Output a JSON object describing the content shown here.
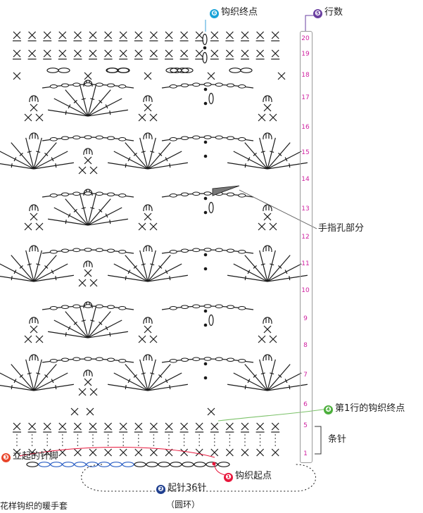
{
  "colors": {
    "stitch": "#1a1a1a",
    "row_number": "#d020a0",
    "row_bar_border": "#9a9a9a",
    "highlight_chain": "#2b5fc4",
    "start_badge": "#e8173c",
    "start_chain_badge": "#1f3f8f",
    "turning_badge": "#e8452a",
    "row1_end_badge": "#4caf3c",
    "rows_badge": "#6a3fa0",
    "end_badge": "#1aa3d8",
    "leader_red": "#e8173c",
    "leader_green": "#7cc26a",
    "leader_blue": "#3aa0d8"
  },
  "annotations": {
    "end_point": {
      "num": "❻",
      "text": "钩织终点"
    },
    "rows": {
      "num": "❺",
      "text": "行数"
    },
    "finger_hole": {
      "text": "手指孔部分"
    },
    "row1_end": {
      "num": "❹",
      "text": "第1行的钩织终点"
    },
    "stripe": {
      "text": "条针"
    },
    "turning": {
      "num": "❸",
      "text": "立起的针脚"
    },
    "start": {
      "num": "❶",
      "text": "钩织起点"
    },
    "chain": {
      "num": "❷",
      "text": "起针36针"
    },
    "ring": {
      "text": "（圆环）"
    },
    "caption": {
      "text": "花样钩织的暖手套"
    }
  },
  "row_numbers": [
    "20",
    "19",
    "18",
    "17",
    "16",
    "15",
    "14",
    "13",
    "12",
    "11",
    "10",
    "9",
    "8",
    "7",
    "6",
    "5",
    "1"
  ]
}
